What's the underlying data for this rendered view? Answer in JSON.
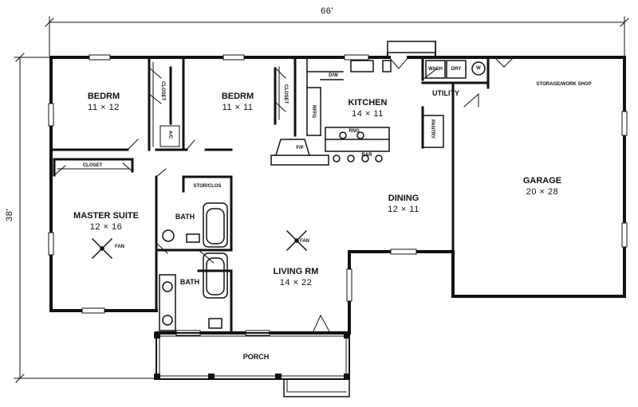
{
  "overall": {
    "width": "66'",
    "depth": "38'"
  },
  "rooms": {
    "bedroom1": {
      "name": "BEDRM",
      "size": "11 × 12"
    },
    "bedroom2": {
      "name": "BEDRM",
      "size": "11 × 11"
    },
    "kitchen": {
      "name": "KITCHEN",
      "size": "14 × 11"
    },
    "utility": {
      "name": "UTILITY"
    },
    "storage": {
      "name": "STORAGE/WORK SHOP"
    },
    "garage": {
      "name": "GARAGE",
      "size": "20 × 28"
    },
    "master": {
      "name": "MASTER SUITE",
      "size": "12 × 16"
    },
    "dining": {
      "name": "DINING",
      "size": "12 × 11"
    },
    "living": {
      "name": "LIVING RM",
      "size": "14 × 22"
    },
    "bath1": {
      "name": "BATH"
    },
    "bath2": {
      "name": "BATH"
    },
    "porch": {
      "name": "PORCH"
    }
  },
  "fixtures": {
    "closet1": "CLOSET",
    "closet2": "CLOSET",
    "closet_master": "CLOSET",
    "ac": "A/C",
    "dw": "D/W",
    "refrigerator": "RFFG",
    "range": "RNG",
    "bar": "BAR",
    "fireplace": "F/P",
    "stor_clos": "STOR/CLOS",
    "pantry": "PANTRY",
    "washer": "WASH",
    "dryer": "DRY",
    "water_heater": "W",
    "fan_living": "FAN",
    "fan_master": "FAN"
  }
}
